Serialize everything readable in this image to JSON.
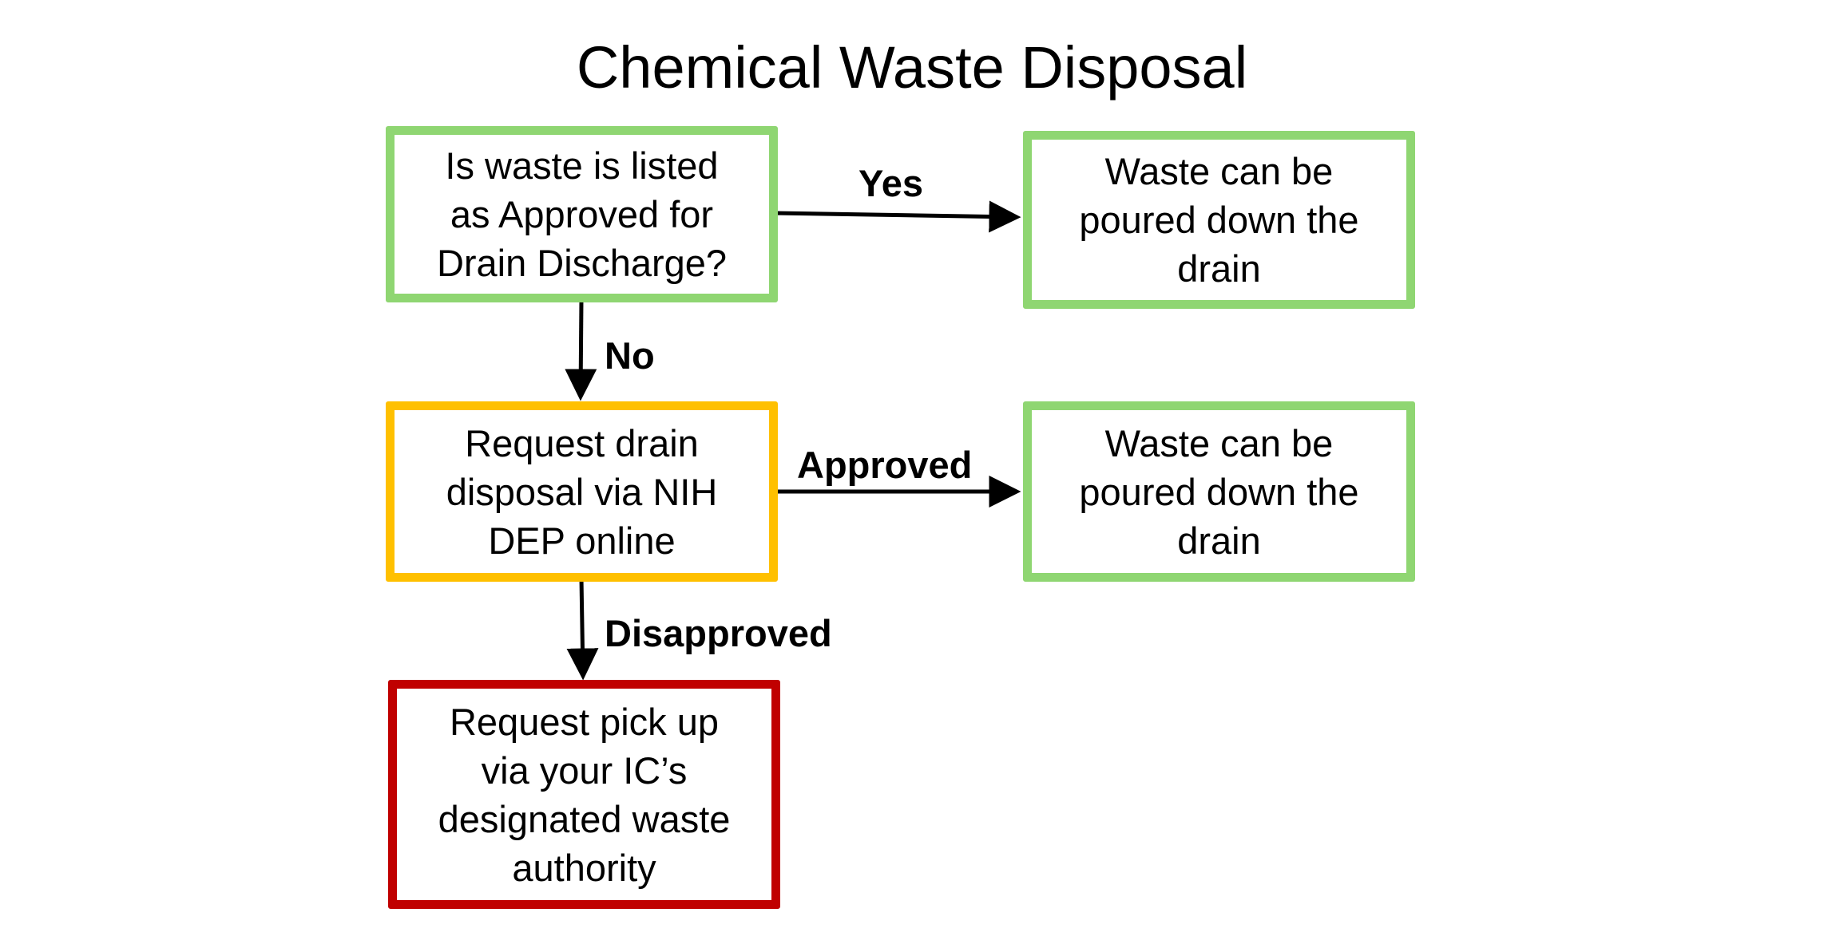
{
  "title": "Chemical Waste Disposal",
  "colors": {
    "green": "#8fd672",
    "amber": "#ffc000",
    "red": "#c00000",
    "arrow": "#000000"
  },
  "nodes": {
    "question": "Is waste is listed\nas Approved for\nDrain Discharge?",
    "result_top": "Waste can be\npoured down the\ndrain",
    "request": "Request drain\ndisposal via NIH\nDEP online",
    "result_mid": "Waste can be\npoured down the\ndrain",
    "pickup": "Request pick up\nvia your IC’s\ndesignated waste\nauthority"
  },
  "edges": {
    "yes": "Yes",
    "no": "No",
    "approved": "Approved",
    "disapproved": "Disapproved"
  }
}
